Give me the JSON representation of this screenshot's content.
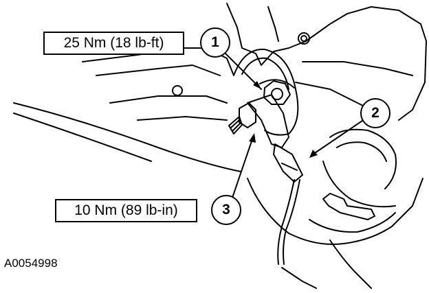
{
  "figure": {
    "id_label": "A0054998"
  },
  "callouts": [
    {
      "number": "1",
      "torque": "25 Nm (18 lb-ft)"
    },
    {
      "number": "2",
      "torque": ""
    },
    {
      "number": "3",
      "torque": "10 Nm (89 lb-in)"
    }
  ],
  "colors": {
    "line": "#000000",
    "background": "#ffffff"
  }
}
